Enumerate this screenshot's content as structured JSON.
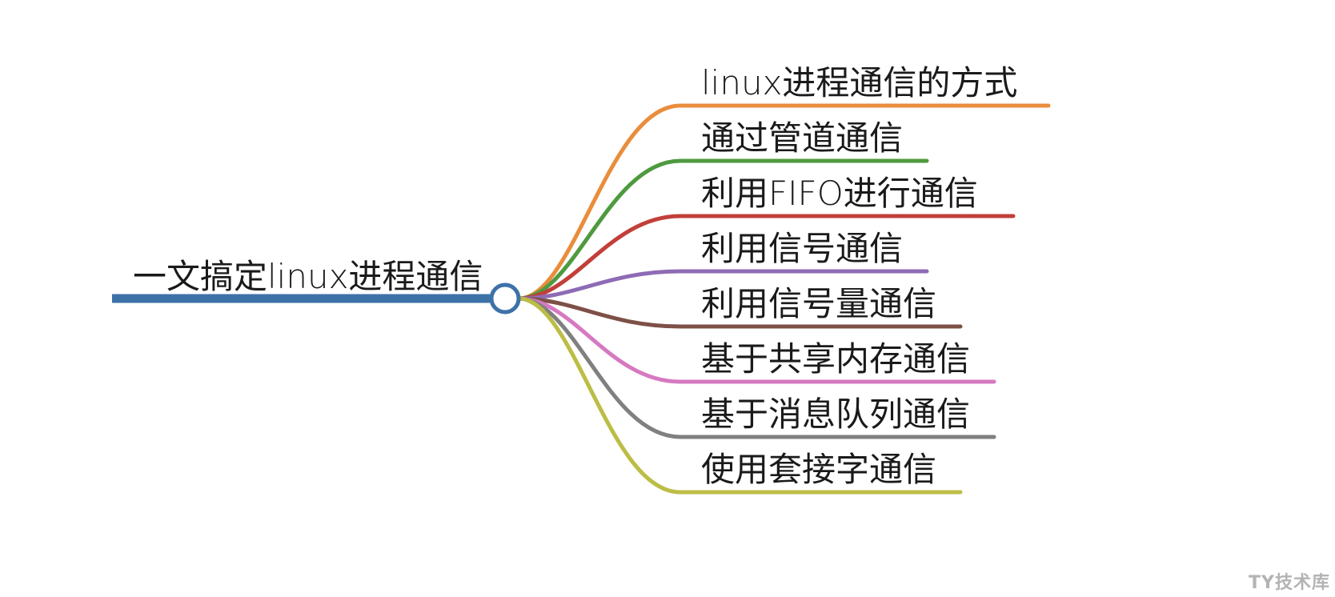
{
  "root": {
    "label": "一文搞定linux进程通信",
    "color": "#3d72a8"
  },
  "branches": [
    {
      "label": "linux进程通信的方式",
      "color": "#e98d3c"
    },
    {
      "label": "通过管道通信",
      "color": "#4e9a3f"
    },
    {
      "label": "利用FIFO进行通信",
      "color": "#c23f3a"
    },
    {
      "label": "利用信号通信",
      "color": "#8e6bb5"
    },
    {
      "label": "利用信号量通信",
      "color": "#7d5047"
    },
    {
      "label": "基于共享内存通信",
      "color": "#d679c1"
    },
    {
      "label": "基于消息队列通信",
      "color": "#808080"
    },
    {
      "label": "使用套接字通信",
      "color": "#bcbd45"
    }
  ],
  "watermark": "TY技术库"
}
